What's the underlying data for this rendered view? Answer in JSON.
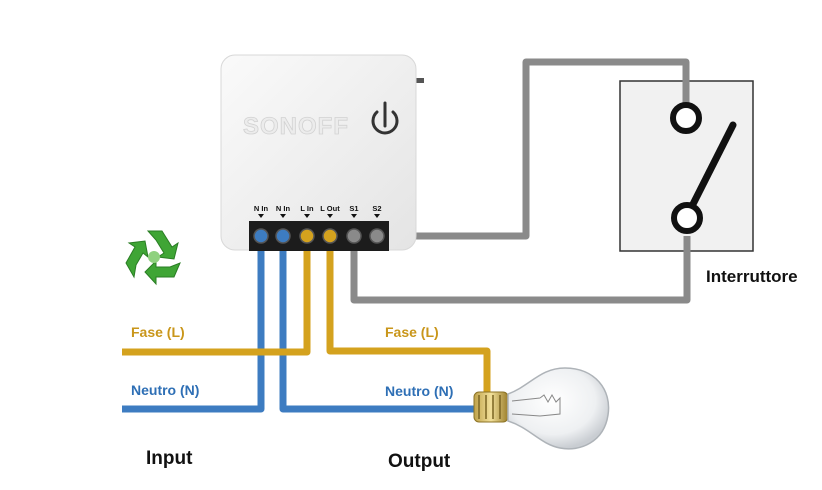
{
  "device": {
    "brand": "SONOFF",
    "terminals": [
      "N In",
      "N In",
      "L In",
      "L Out",
      "S1",
      "S2"
    ]
  },
  "labels": {
    "input_phase": "Fase (L)",
    "input_neutral": "Neutro (N)",
    "output_phase": "Fase (L)",
    "output_neutral": "Neutro (N)",
    "input": "Input",
    "output": "Output",
    "switch": "Interruttore"
  },
  "colors": {
    "phase_wire": "#D4A21E",
    "neutral_wire": "#3D7CC1",
    "switch_wire": "#8A8A8A",
    "phase_text": "#C9961A",
    "neutral_text": "#2E6FB5",
    "recycle": "#3FA535"
  },
  "icons": [
    "recycle-icon",
    "power-icon",
    "light-bulb-icon",
    "switch-icon"
  ]
}
